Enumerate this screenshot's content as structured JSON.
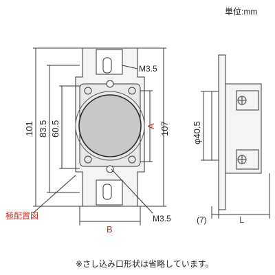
{
  "header": {
    "unit_label": "単位:mm"
  },
  "front_view": {
    "screw_top_label": "M3.5",
    "screw_bottom_label": "M3.5",
    "dim_101": "101",
    "dim_83_5": "83.5",
    "dim_60_5": "60.5",
    "dim_A": "A",
    "dim_107": "107",
    "dim_B": "B",
    "pole_diagram_label": "極配置図"
  },
  "side_view": {
    "dim_phi_40_5": "φ40.5",
    "dim_7": "(7)",
    "dim_L": "L"
  },
  "footer": {
    "note": "※さし込み口形状は省略しています。"
  },
  "colors": {
    "line": "#333333",
    "red_label": "#c0392b",
    "socket_face": "#c8c8c8",
    "plate_fill": "#f4f4f4"
  }
}
